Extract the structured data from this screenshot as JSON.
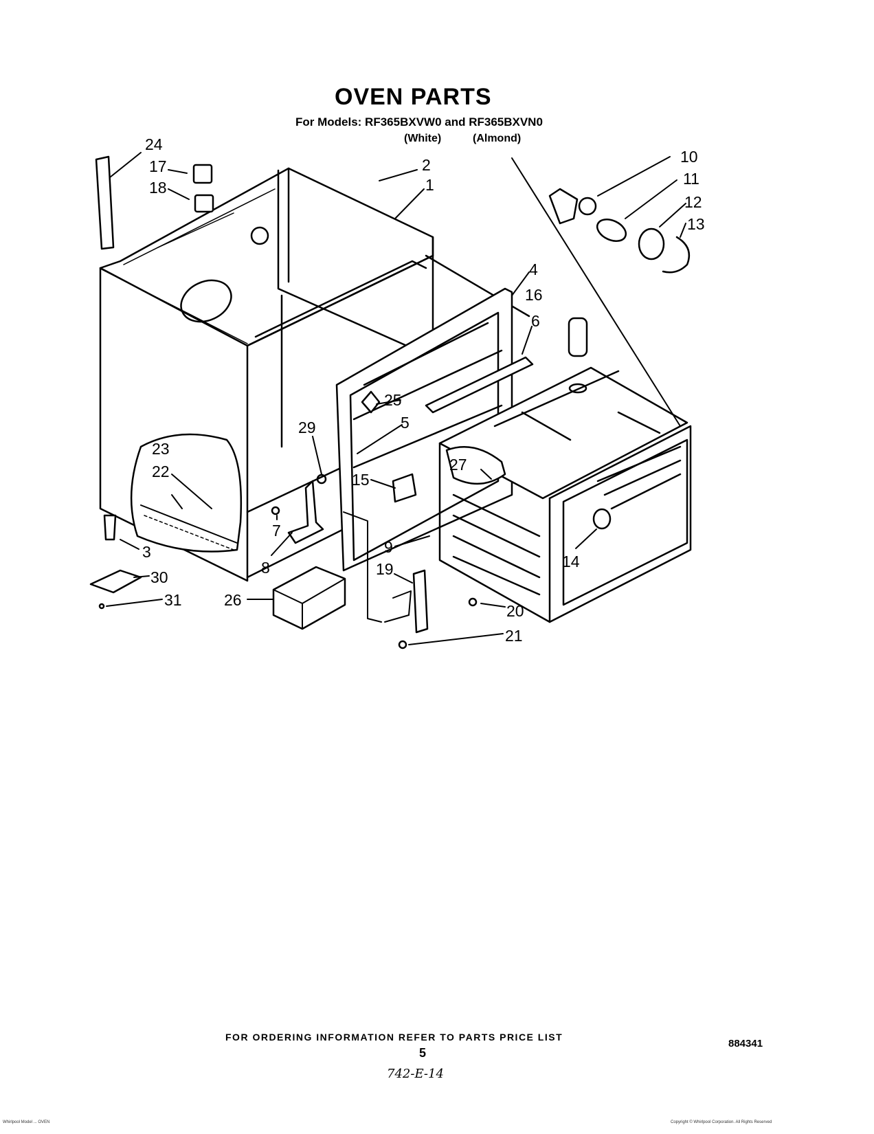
{
  "title": "OVEN PARTS",
  "subtitle": "For Models: RF365BXVW0 and RF365BXVN0",
  "model_colors": {
    "white": "(White)",
    "almond": "(Almond)"
  },
  "callouts": [
    "1",
    "2",
    "3",
    "4",
    "5",
    "6",
    "7",
    "8",
    "9",
    "10",
    "11",
    "12",
    "13",
    "14",
    "15",
    "16",
    "17",
    "18",
    "19",
    "20",
    "21",
    "22",
    "23",
    "24",
    "25",
    "26",
    "27",
    "29",
    "30",
    "31"
  ],
  "footer": {
    "ordering_note": "FOR ORDERING INFORMATION REFER TO PARTS PRICE LIST",
    "page_number": "5",
    "doc_number": "884341",
    "handwritten": "742-E-14",
    "left_fine_print": "Whirlpool Model ... OVEN",
    "right_fine_print": "Copyright © Whirlpool Corporation. All Rights Reserved"
  }
}
